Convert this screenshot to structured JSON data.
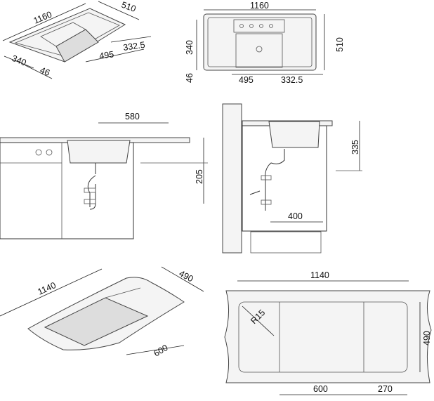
{
  "views": {
    "iso_top": {
      "length": "1160",
      "depth": "510",
      "drainer": "332.5",
      "bowl_width": "495",
      "bowl_depth": "340",
      "edge": "46"
    },
    "plan_top": {
      "length": "1160",
      "depth": "510",
      "bowl_depth": "340",
      "edge": "46",
      "bowl_width": "495",
      "drainer": "332.5"
    },
    "front_section": {
      "offset": "580",
      "height": "205"
    },
    "side_section": {
      "depth": "335",
      "distance": "400"
    },
    "iso_cutout": {
      "length": "1140",
      "depth": "490",
      "width": "600"
    },
    "cutout_plan": {
      "length": "1140",
      "depth": "490",
      "radius": "R15",
      "bowl_width": "600",
      "drainer": "270"
    }
  }
}
